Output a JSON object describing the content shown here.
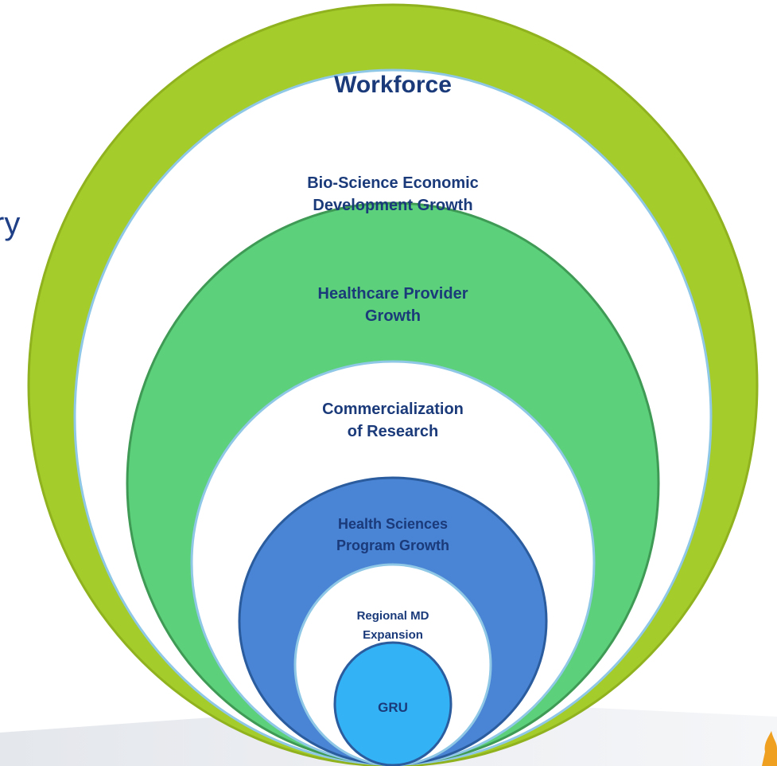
{
  "diagram": {
    "type": "nested-circles",
    "partial_text": "ry",
    "layers": [
      {
        "label_lines": [
          "Workforce"
        ],
        "fill": "#a4cc2a",
        "stroke": "#8fb21e"
      },
      {
        "label_lines": [
          "Bio-Science Economic",
          "Development Growth"
        ],
        "fill": "#ffffff",
        "stroke": "#8fc7e6"
      },
      {
        "label_lines": [
          "Healthcare Provider",
          "Growth"
        ],
        "fill": "#5cd07a",
        "stroke": "#3f9a55"
      },
      {
        "label_lines": [
          "Commercialization",
          "of Research"
        ],
        "fill": "#ffffff",
        "stroke": "#8fc7e6"
      },
      {
        "label_lines": [
          "Health Sciences",
          "Program Growth"
        ],
        "fill": "#4a84d4",
        "stroke": "#2a5c9e"
      },
      {
        "label_lines": [
          "Regional MD",
          "Expansion"
        ],
        "fill": "#ffffff",
        "stroke": "#8fc7e6"
      },
      {
        "label_lines": [
          "GRU"
        ],
        "fill": "#33b3f5",
        "stroke": "#2a5c9e"
      }
    ],
    "colors": {
      "text": "#1a3a7a",
      "accent_orange": "#f0a020"
    }
  }
}
